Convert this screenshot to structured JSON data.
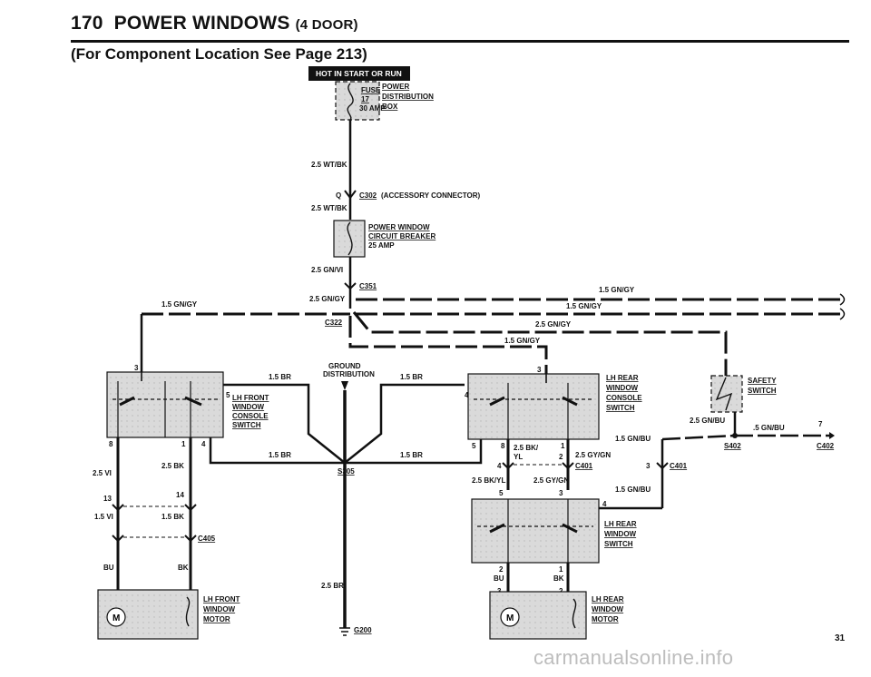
{
  "header": {
    "page_number": "170",
    "title": "POWER WINDOWS",
    "title_suffix": "(4 DOOR)",
    "subtitle": "(For Component Location See Page 213)"
  },
  "hot_label": "HOT IN START OR RUN",
  "fuse": {
    "label": "FUSE",
    "number": "17",
    "rating": "30 AMP"
  },
  "power_distribution_box": [
    "POWER",
    "DISTRIBUTION",
    "BOX"
  ],
  "wires": {
    "w_top": "2.5 WT/BK",
    "w_mid": "2.5 WT/BK",
    "w_cb_out": "2.5 GN/VI",
    "w_feed": "2.5 GN/GY",
    "w_right_top": "1.5 GN/GY",
    "w_left_feed": "1.5 GN/GY",
    "w_right_mid": "1.5 GN/GY",
    "w_right_low": "2.5 GN/GY",
    "w_center_low": "1.5 GN/GY",
    "w_g_l1": "1.5 BR",
    "w_g_r1": "1.5 BR",
    "w_g_l2": "1.5 BR",
    "w_g_r2": "1.5 BR",
    "w_ground": "2.5 BR",
    "w_lf_a": "2.5 VI",
    "w_lf_b": "2.5 BK",
    "w_lf_c": "1.5 VI",
    "w_lf_d": "1.5 BK",
    "w_lf_e": "BU",
    "w_lf_f": "BK",
    "w_rc_a": "2.5 BK/",
    "w_rc_a2": "YL",
    "w_rc_b": "2.5 GY/GN",
    "w_rc_c": "2.5 BK/YL",
    "w_rc_d": "2.5 GY/GN",
    "w_rc_e": "1.5 GN/BU",
    "w_rc_f": "1.5 GN/BU",
    "w_safety_a": "2.5 GN/BU",
    "w_safety_b": ".5 GN/BU",
    "w_rr_a": "BU",
    "w_rr_b": "BK"
  },
  "connectors": {
    "c302": "C302",
    "c302_desc": "(ACCESSORY CONNECTOR)",
    "c302_pin": "Q",
    "c351": "C351",
    "c322": "C322",
    "c401a": "C401",
    "c401b": "C401",
    "c402": "C402",
    "c405": "C405",
    "s305": "S305",
    "s402": "S402",
    "g200": "G200"
  },
  "circuit_breaker": [
    "POWER WINDOW",
    "CIRCUIT BREAKER",
    "25 AMP"
  ],
  "ground_distribution": [
    "GROUND",
    "DISTRIBUTION"
  ],
  "components": {
    "lh_front_switch": [
      "LH FRONT",
      "WINDOW",
      "CONSOLE",
      "SWITCH"
    ],
    "lh_rear_console_switch": [
      "LH REAR",
      "WINDOW",
      "CONSOLE",
      "SWITCH"
    ],
    "lh_rear_window_switch": [
      "LH REAR",
      "WINDOW",
      "SWITCH"
    ],
    "safety_switch": [
      "SAFETY",
      "SWITCH"
    ],
    "lh_front_motor": [
      "LH FRONT",
      "WINDOW",
      "MOTOR"
    ],
    "lh_rear_motor": [
      "LH REAR",
      "WINDOW",
      "MOTOR"
    ],
    "motor_symbol": "M"
  },
  "pins": {
    "p3": "3",
    "p5": "5",
    "p8": "8",
    "p1": "1",
    "p4": "4",
    "p13": "13",
    "p14": "14",
    "p2": "2",
    "p7": "7"
  },
  "page_footer_number": "31",
  "watermark": "carmanualsonline.info",
  "colors": {
    "ink": "#111111",
    "component_fill": "#d9d9d9",
    "hot_bar": "#111111",
    "watermark": "#bdbdbd"
  }
}
